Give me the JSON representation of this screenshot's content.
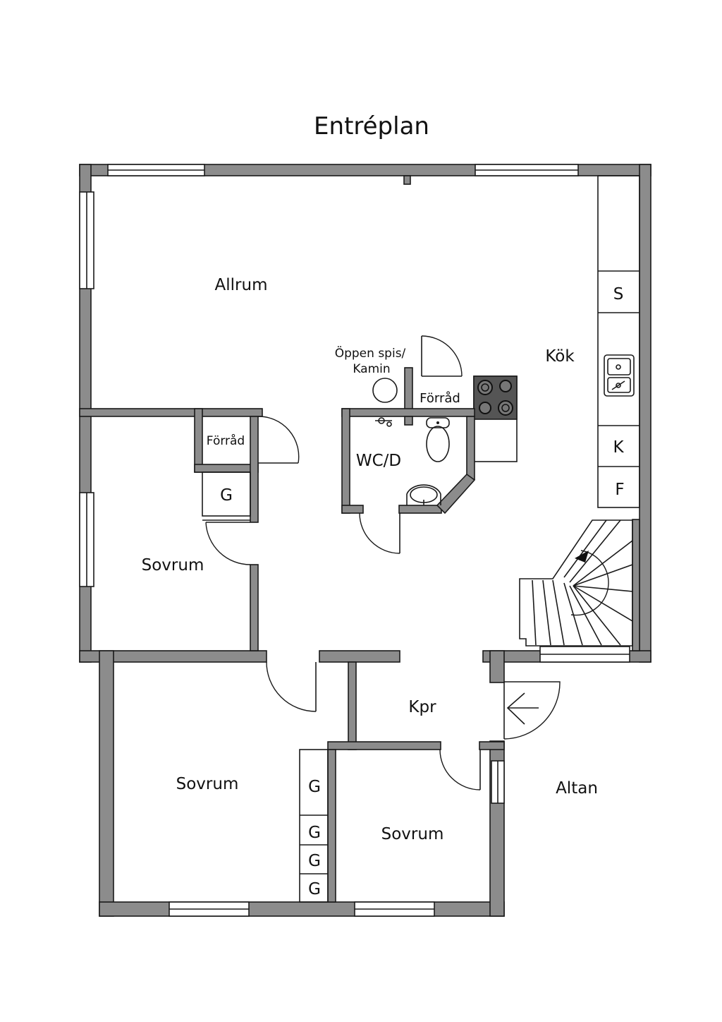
{
  "title": "Entréplan",
  "rooms": {
    "allrum": "Allrum",
    "kok": "Kök",
    "oppen_spis_line1": "Öppen spis/",
    "oppen_spis_line2": "Kamin",
    "forrad_center": "Förråd",
    "forrad_left": "Förråd",
    "wcd": "WC/D",
    "sovrum_left": "Sovrum",
    "sovrum_bottom_left": "Sovrum",
    "sovrum_bottom_right": "Sovrum",
    "kpr": "Kpr",
    "altan": "Altan"
  },
  "appliances": {
    "s": "S",
    "k": "K",
    "f": "F"
  },
  "closets": {
    "g_left": "G",
    "g_stack_1": "G",
    "g_stack_2": "G",
    "g_stack_3": "G",
    "g_stack_4": "G"
  },
  "colors": {
    "wall": "#8c8c8c",
    "line": "#1a1a1a",
    "stove": "#555555"
  },
  "icons": [
    "stove-icon",
    "sink-icon",
    "toilet-icon",
    "washbasin-icon",
    "fireplace-icon",
    "entry-arrow-icon",
    "stair-arrow-icon"
  ]
}
